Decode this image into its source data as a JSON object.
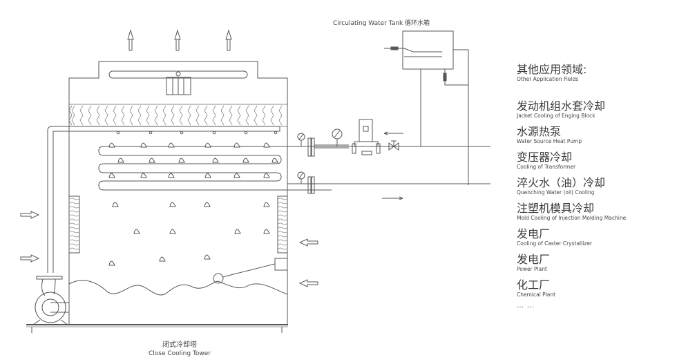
{
  "tank": {
    "label_en": "Circulating Water Tank",
    "label_cn": "循环水箱"
  },
  "tower": {
    "label_cn": "闭式冷却塔",
    "label_en": "Close Cooling Tower"
  },
  "fields": {
    "heading_cn": "其他应用领域:",
    "heading_en": "Other Application Fields",
    "items": [
      {
        "cn": "发动机组水套冷却",
        "en": "Jacket Cooling of Enging Block"
      },
      {
        "cn": "水源热泵",
        "en": "Water Source Heat Pump"
      },
      {
        "cn": "变压器冷却",
        "en": "Cooling of Transformer"
      },
      {
        "cn": "淬火水（油）冷却",
        "en": "Quenching Water (oil) Cooling"
      },
      {
        "cn": "注塑机模具冷却",
        "en": "Mold Cooling of Injection Molding Machine"
      },
      {
        "cn": "发电厂",
        "en": "Cooling of Caster Crystallizer"
      },
      {
        "cn": "发电厂",
        "en": "Power Plant"
      },
      {
        "cn": "化工厂",
        "en": "Chemical Plant"
      }
    ],
    "ellipsis": "… …"
  },
  "colors": {
    "line": "#555555",
    "light_line": "#888888",
    "text": "#333333"
  }
}
